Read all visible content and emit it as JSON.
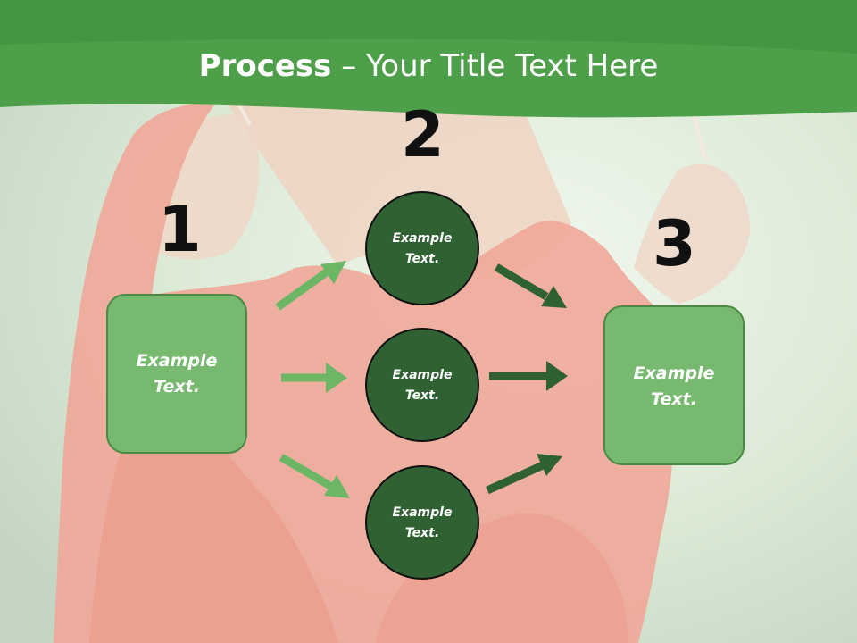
{
  "slide": {
    "title_strong": "Process",
    "title_dash": " – ",
    "title_rest": "Your Title Text Here",
    "colors": {
      "header_green": "#4e9f49",
      "box_green": "#77b96f",
      "circle_green": "#2f6133",
      "arrow_light": "#6cb666",
      "arrow_dark": "#2f6133",
      "background": "#e6f1e2"
    },
    "steps": [
      {
        "number": "1"
      },
      {
        "number": "2"
      },
      {
        "number": "3"
      }
    ],
    "left_box": {
      "line1": "Example",
      "line2": "Text."
    },
    "right_box": {
      "line1": "Example",
      "line2": "Text."
    },
    "circles": [
      {
        "line1": "Example",
        "line2": "Text."
      },
      {
        "line1": "Example",
        "line2": "Text."
      },
      {
        "line1": "Example",
        "line2": "Text."
      }
    ]
  }
}
